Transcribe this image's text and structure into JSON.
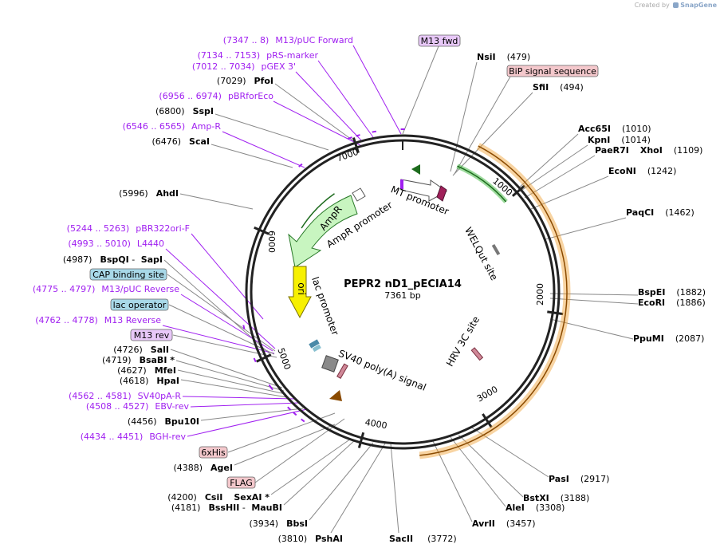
{
  "credit": {
    "prefix": "Created by",
    "brand": "SnapGene",
    "brand_icon": "snapgene-logo-icon"
  },
  "plasmid": {
    "name": "PEPR2 nD1_pECIA14",
    "size_label": "7361 bp",
    "length_bp": 7361
  },
  "tick_labels": [
    "1000",
    "2000",
    "3000",
    "4000",
    "5000",
    "6000",
    "7000"
  ],
  "colors": {
    "backbone": "#222222",
    "leader_line": "#888888",
    "primer": "#a020f0",
    "cds_green": "#3cb83c",
    "cds_green_fill": "#c8f5c0",
    "cds_orange": "#f0a030",
    "cds_orange_fill": "#fde0b0",
    "ori_yellow": "#f7f000",
    "box_purple": "#e8c8f8",
    "box_pink": "#f4c8cc",
    "box_teal": "#a8d8e8"
  },
  "features": [
    {
      "name": "MT promoter",
      "label": "MT promoter"
    },
    {
      "name": "AmpR promoter",
      "label": "AmpR promoter"
    },
    {
      "name": "AmpR",
      "label": "AmpR"
    },
    {
      "name": "ori",
      "label": "ori"
    },
    {
      "name": "lac promoter",
      "label": "lac promoter"
    },
    {
      "name": "SV40 poly(A) signal",
      "label": "SV40 poly(A) signal"
    },
    {
      "name": "HRV 3C site",
      "label": "HRV 3C site"
    },
    {
      "name": "WELQut site",
      "label": "WELQut site"
    }
  ],
  "sites": [
    {
      "name": "NsiI",
      "pos": "(479)"
    },
    {
      "name": "SfiI",
      "pos": "(494)"
    },
    {
      "name": "Acc65I",
      "pos": "(1010)"
    },
    {
      "name": "KpnI",
      "pos": "(1014)"
    },
    {
      "name": "PaeR7I",
      "name2": "XhoI",
      "pos": "(1109)"
    },
    {
      "name": "EcoNI",
      "pos": "(1242)"
    },
    {
      "name": "PaqCI",
      "pos": "(1462)"
    },
    {
      "name": "BspEI",
      "pos": "(1882)"
    },
    {
      "name": "EcoRI",
      "pos": "(1886)"
    },
    {
      "name": "PpuMI",
      "pos": "(2087)"
    },
    {
      "name": "PasI",
      "pos": "(2917)"
    },
    {
      "name": "BstXI",
      "pos": "(3188)"
    },
    {
      "name": "AleI",
      "pos": "(3308)"
    },
    {
      "name": "AvrII",
      "pos": "(3457)"
    },
    {
      "name": "SacII",
      "pos": "(3772)"
    },
    {
      "name": "PshAI",
      "pos": "(3810)"
    },
    {
      "name": "BbsI",
      "pos": "(3934)"
    },
    {
      "name": "BssHII",
      "name2": "MauBI",
      "pos": "(4181)"
    },
    {
      "name": "CsiI",
      "name2": "SexAI *",
      "pos": "(4200)"
    },
    {
      "name": "AgeI",
      "pos": "(4388)"
    },
    {
      "name": "Bpu10I",
      "pos": "(4456)"
    },
    {
      "name": "HpaI",
      "pos": "(4618)"
    },
    {
      "name": "MfeI",
      "pos": "(4627)"
    },
    {
      "name": "BsaBI *",
      "pos": "(4719)"
    },
    {
      "name": "SalI",
      "pos": "(4726)"
    },
    {
      "name": "BspQI",
      "name2": "SapI",
      "pos": "(4987)"
    },
    {
      "name": "AhdI",
      "pos": "(5996)"
    },
    {
      "name": "ScaI",
      "pos": "(6476)"
    },
    {
      "name": "SspI",
      "pos": "(6800)"
    },
    {
      "name": "PfoI",
      "pos": "(7029)"
    }
  ],
  "primers": [
    {
      "pos": "(7347 .. 8)",
      "name": "M13/pUC Forward"
    },
    {
      "pos": "(7134 .. 7153)",
      "name": "pRS-marker"
    },
    {
      "pos": "(7012 .. 7034)",
      "name": "pGEX 3'"
    },
    {
      "pos": "(6956 .. 6974)",
      "name": "pBRforEco"
    },
    {
      "pos": "(6546 .. 6565)",
      "name": "Amp-R"
    },
    {
      "pos": "(5244 .. 5263)",
      "name": "pBR322ori-F"
    },
    {
      "pos": "(4993 .. 5010)",
      "name": "L4440"
    },
    {
      "pos": "(4775 .. 4797)",
      "name": "M13/pUC Reverse"
    },
    {
      "pos": "(4762 .. 4778)",
      "name": "M13 Reverse"
    },
    {
      "pos": "(4562 .. 4581)",
      "name": "SV40pA-R"
    },
    {
      "pos": "(4508 .. 4527)",
      "name": "EBV-rev"
    },
    {
      "pos": "(4434 .. 4451)",
      "name": "BGH-rev"
    }
  ],
  "boxes": [
    {
      "label": "M13 fwd",
      "color": "purple"
    },
    {
      "label": "BiP signal sequence",
      "color": "pink"
    },
    {
      "label": "CAP binding site",
      "color": "teal"
    },
    {
      "label": "lac operator",
      "color": "teal"
    },
    {
      "label": "M13 rev",
      "color": "purple"
    },
    {
      "label": "6xHis",
      "color": "pink"
    },
    {
      "label": "FLAG",
      "color": "pink"
    }
  ]
}
